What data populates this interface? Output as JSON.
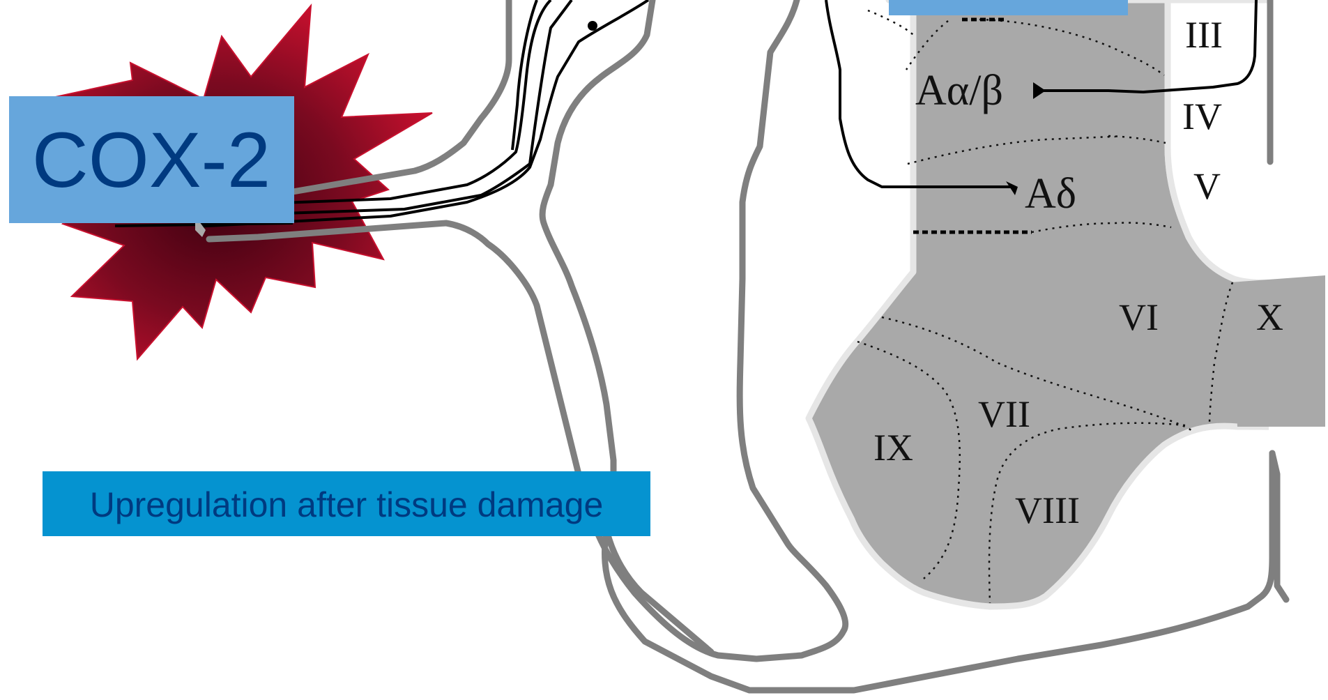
{
  "cox_label": "COX-2",
  "caption": "Upregulation after tissue damage",
  "fibers": {
    "a_alpha_beta": "Aα/β",
    "a_delta": "Aδ"
  },
  "laminae": {
    "iii": "III",
    "iv": "IV",
    "v": "V",
    "vi": "VI",
    "vii": "VII",
    "viii": "VIII",
    "ix": "IX",
    "x": "X"
  },
  "colors": {
    "burst_outer": "#c8102e",
    "burst_inner": "#3d0010",
    "box_light": "#66a6dc",
    "box_dark": "#0593d0",
    "text_navy": "#003a80",
    "gray_matter": "#a9a9a9",
    "outline": "#7f7f7f"
  }
}
